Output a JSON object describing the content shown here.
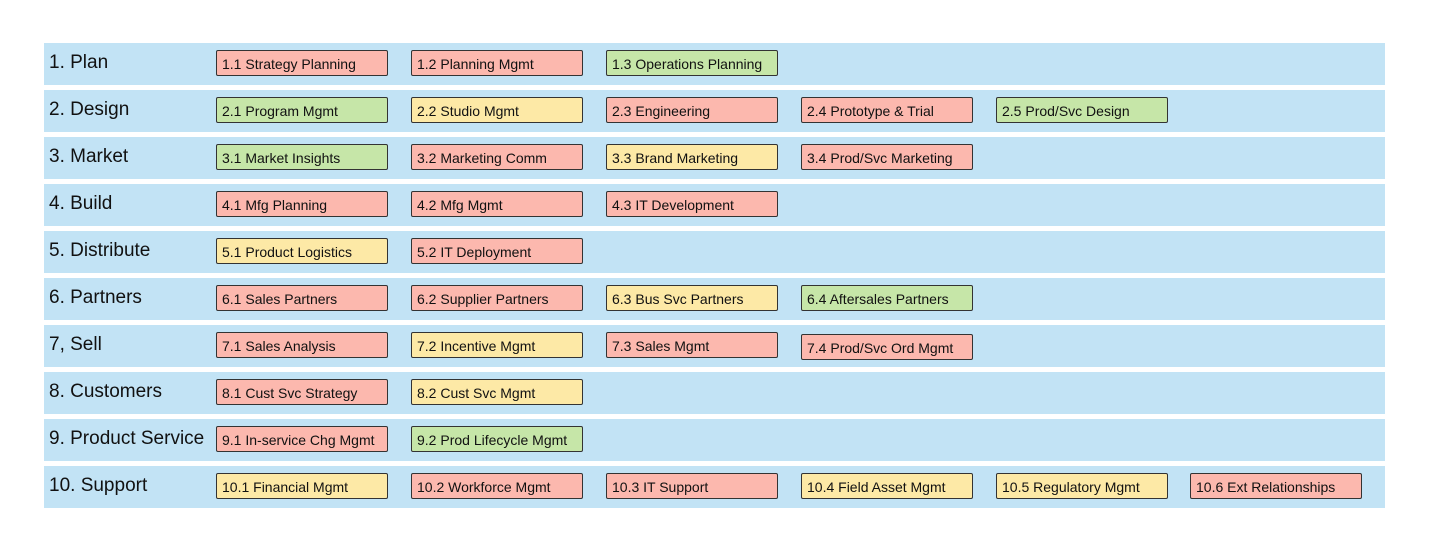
{
  "colors": {
    "row_background": "#c2e3f5",
    "red": "#fcb8ae",
    "yellow": "#fde9a6",
    "green": "#c6e6a8",
    "border": "#333333"
  },
  "rows": [
    {
      "label": "1. Plan",
      "items": [
        {
          "label": "1.1 Strategy Planning",
          "color": "red"
        },
        {
          "label": "1.2 Planning Mgmt",
          "color": "red"
        },
        {
          "label": "1.3 Operations Planning",
          "color": "green"
        }
      ]
    },
    {
      "label": "2. Design",
      "items": [
        {
          "label": "2.1 Program Mgmt",
          "color": "green"
        },
        {
          "label": "2.2 Studio Mgmt",
          "color": "yellow"
        },
        {
          "label": "2.3 Engineering",
          "color": "red"
        },
        {
          "label": "2.4 Prototype & Trial",
          "color": "red"
        },
        {
          "label": "2.5 Prod/Svc Design",
          "color": "green"
        }
      ]
    },
    {
      "label": "3. Market",
      "items": [
        {
          "label": "3.1 Market Insights",
          "color": "green"
        },
        {
          "label": "3.2 Marketing Comm",
          "color": "red"
        },
        {
          "label": "3.3 Brand Marketing",
          "color": "yellow"
        },
        {
          "label": "3.4 Prod/Svc Marketing",
          "color": "red"
        }
      ]
    },
    {
      "label": "4. Build",
      "items": [
        {
          "label": "4.1 Mfg Planning",
          "color": "red"
        },
        {
          "label": "4.2 Mfg Mgmt",
          "color": "red"
        },
        {
          "label": "4.3 IT Development",
          "color": "red"
        }
      ]
    },
    {
      "label": "5. Distribute",
      "items": [
        {
          "label": "5.1 Product Logistics",
          "color": "yellow"
        },
        {
          "label": "5.2 IT Deployment",
          "color": "red"
        }
      ]
    },
    {
      "label": "6. Partners",
      "items": [
        {
          "label": "6.1 Sales Partners",
          "color": "red"
        },
        {
          "label": "6.2 Supplier Partners",
          "color": "red"
        },
        {
          "label": "6.3 Bus Svc Partners",
          "color": "yellow"
        },
        {
          "label": "6.4 Aftersales Partners",
          "color": "green"
        }
      ]
    },
    {
      "label": "7, Sell",
      "items": [
        {
          "label": "7.1 Sales Analysis",
          "color": "red"
        },
        {
          "label": "7.2 Incentive Mgmt",
          "color": "yellow"
        },
        {
          "label": "7.3 Sales Mgmt",
          "color": "red"
        },
        {
          "label": "7.4 Prod/Svc Ord Mgmt",
          "color": "red"
        }
      ]
    },
    {
      "label": "8. Customers",
      "items": [
        {
          "label": "8.1 Cust Svc Strategy",
          "color": "red"
        },
        {
          "label": "8.2 Cust Svc Mgmt",
          "color": "yellow"
        }
      ]
    },
    {
      "label": "9. Product Service",
      "items": [
        {
          "label": "9.1 In-service Chg Mgmt",
          "color": "red"
        },
        {
          "label": "9.2 Prod Lifecycle Mgmt",
          "color": "green"
        }
      ]
    },
    {
      "label": "10. Support",
      "items": [
        {
          "label": "10.1 Financial Mgmt",
          "color": "yellow"
        },
        {
          "label": "10.2 Workforce Mgmt",
          "color": "red"
        },
        {
          "label": "10.3 IT Support",
          "color": "red"
        },
        {
          "label": "10.4 Field Asset Mgmt",
          "color": "yellow"
        },
        {
          "label": "10.5 Regulatory Mgmt",
          "color": "yellow"
        },
        {
          "label": "10.6 Ext Relationships",
          "color": "red"
        }
      ]
    }
  ]
}
